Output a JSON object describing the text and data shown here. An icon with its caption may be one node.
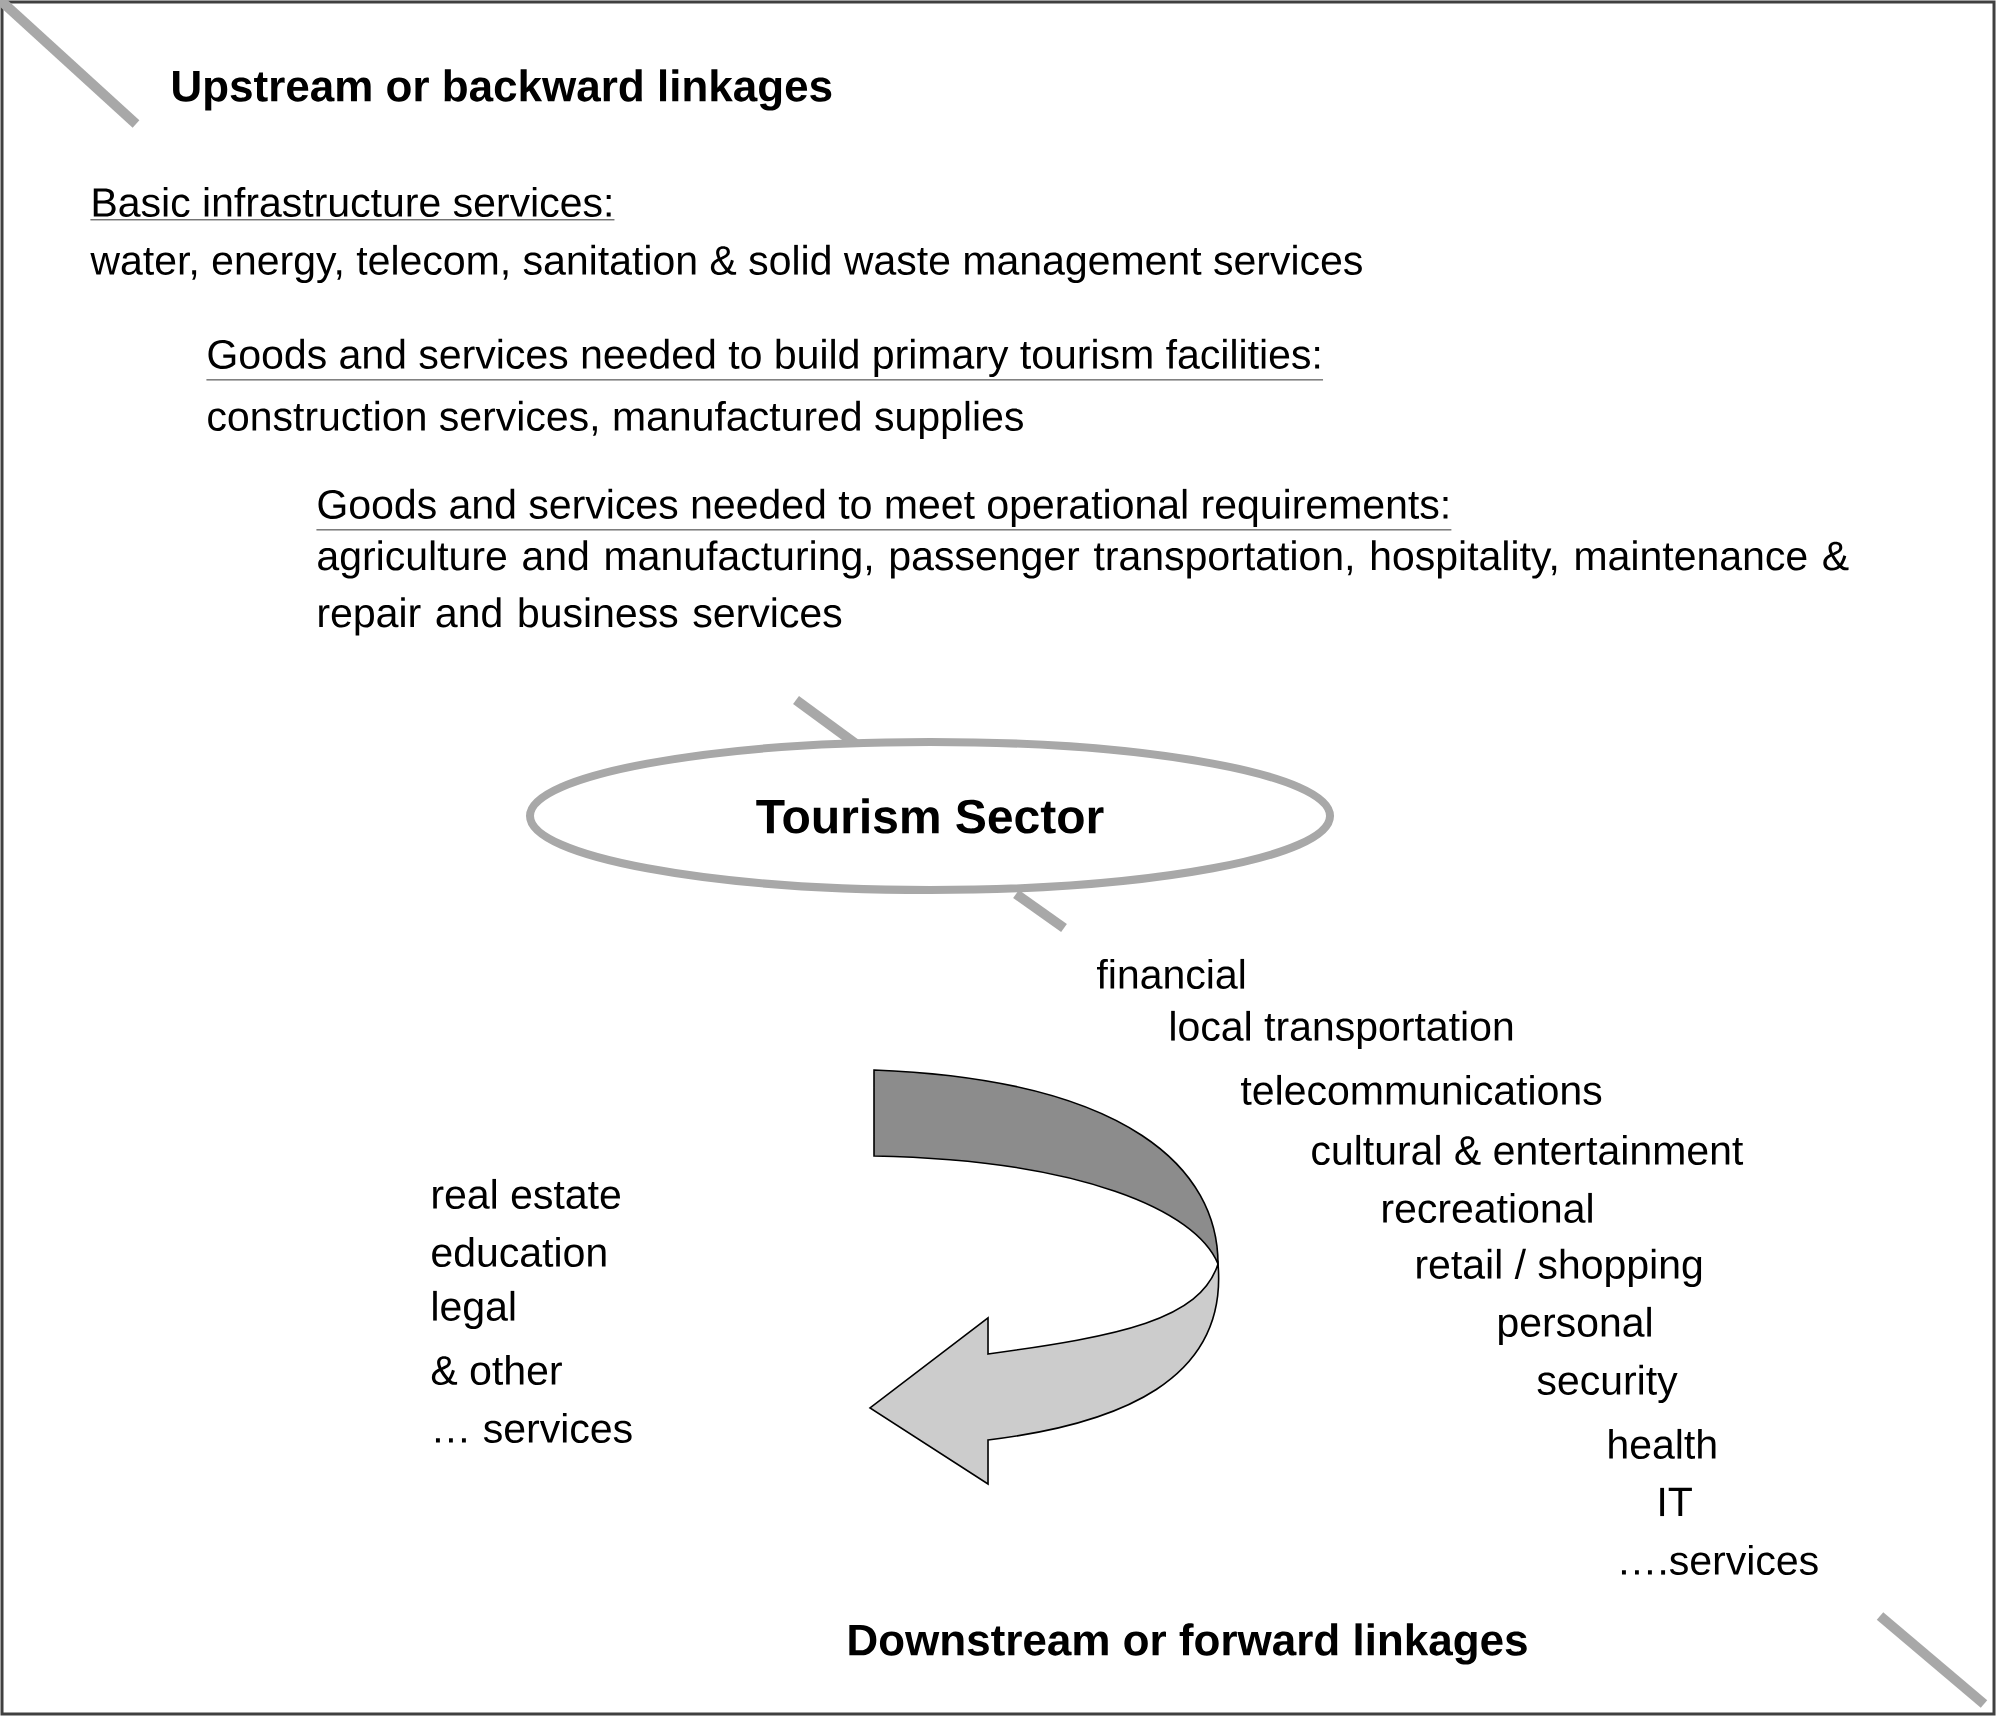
{
  "diagram": {
    "nodes": [
      {
        "text": [
          "Tourism Sector"
        ]
      }
    ],
    "labels": [
      "Upstream or backward linkages",
      "Basic infrastructure services:",
      "water, energy, telecom, sanitation & solid waste management services",
      "Goods and services needed to build primary tourism facilities:",
      "construction services, manufactured supplies",
      "Goods and services needed to meet operational requirements:",
      "agriculture and manufacturing, passenger transportation, hospitality, maintenance & repair and business services",
      "financial",
      "local transportation",
      "telecommunications",
      "cultural & entertainment",
      "recreational",
      "retail / shopping",
      "personal",
      "security",
      "health",
      "IT",
      "….services",
      "real estate",
      "education",
      "legal",
      "& other",
      "… services",
      "Downstream or forward linkages"
    ]
  }
}
